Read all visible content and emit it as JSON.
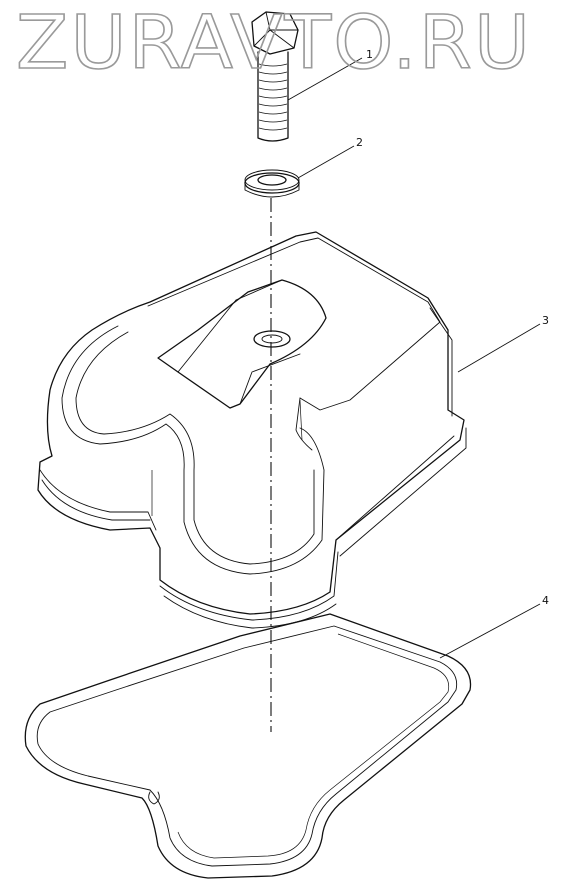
{
  "watermark": "ZURAVTO.RU",
  "callouts": [
    {
      "number": "1"
    },
    {
      "number": "2"
    },
    {
      "number": "3"
    },
    {
      "number": "4"
    }
  ]
}
